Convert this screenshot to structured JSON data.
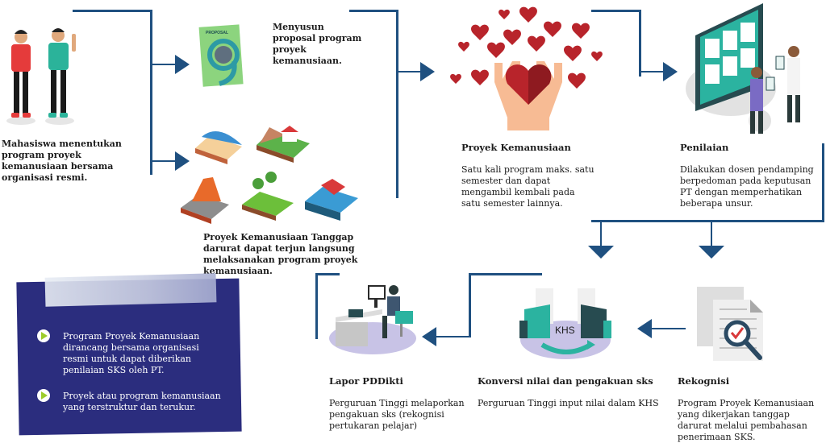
{
  "steps": {
    "mahasiswa": {
      "text": "Mahasiswa menentukan program proyek kemanusiaan bersama organisasi resmi."
    },
    "proposal": {
      "text": "Menyusun proposal program proyek kemanusiaan.",
      "cover_label": "PROPOSAL"
    },
    "tanggap_darurat": {
      "text": "Proyek Kemanusiaan Tanggap darurat dapat terjun langsung melaksanakan program proyek kemanusiaan."
    },
    "proyek": {
      "title": "Proyek Kemanusiaan",
      "text": "Satu kali program maks. satu semester dan dapat mengambil kembali pada satu semester lainnya."
    },
    "penilaian": {
      "title": "Penilaian",
      "text": "Dilakukan dosen pendamping berpedoman pada keputusan PT dengan memperhatikan beberapa unsur."
    },
    "rekognisi": {
      "title": "Rekognisi",
      "text": "Program Proyek Kemanusiaan yang dikerjakan tanggap darurat melalui pembahasan penerimaan SKS."
    },
    "konversi": {
      "title": "Konversi nilai dan pengakuan sks",
      "text": "Perguruan Tinggi input nilai dalam KHS",
      "khs_label": "KHS"
    },
    "lapor": {
      "title": "Lapor PDDikti",
      "text": "Perguruan Tinggi melaporkan pengakuan sks (rekognisi pertukaran pelajar)"
    }
  },
  "note": {
    "items": [
      "Program Proyek Kemanusiaan dirancang bersama organisasi resmi untuk dapat diberikan penilaian SKS oleh PT.",
      "Proyek atau program kemanusiaan yang terstruktur dan terukur."
    ]
  },
  "colors": {
    "connector": "#1f5080",
    "note_bg": "#2b2d7e",
    "bullet_accent": "#9ccc2c"
  }
}
